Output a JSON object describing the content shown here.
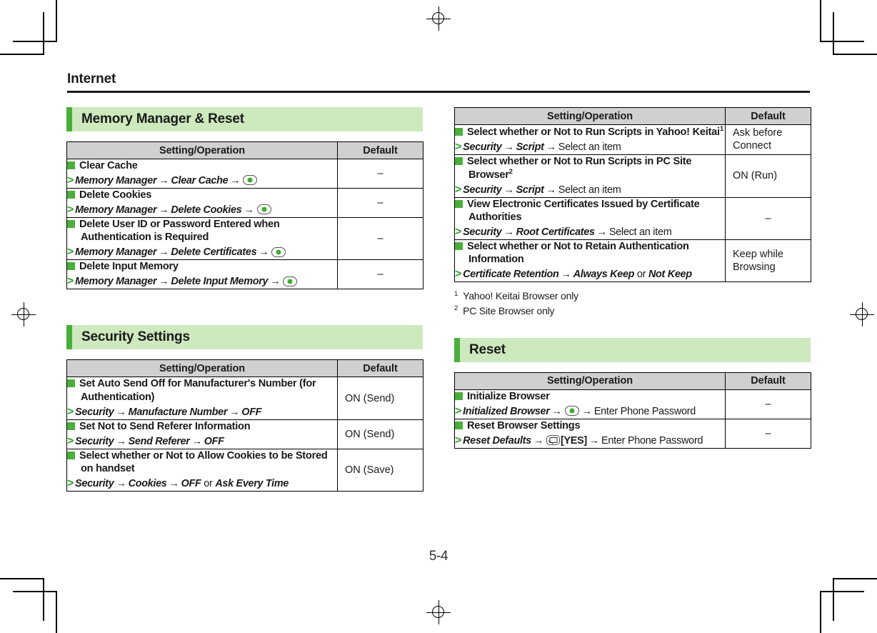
{
  "chapter": {
    "title": "Internet"
  },
  "page_number": "5-4",
  "colors": {
    "accent_green": "#4aaf3a",
    "banner_green": "#cde9bd",
    "header_gray": "#d0d0d0",
    "chevron_green": "#2fa02a"
  },
  "table_headers": {
    "setting": "Setting/Operation",
    "default": "Default"
  },
  "sections": [
    {
      "id": "memory-manager-reset",
      "title": "Memory Manager & Reset",
      "rows": [
        {
          "title": "Clear Cache",
          "path": [
            {
              "type": "italic",
              "text": "Memory Manager"
            },
            {
              "type": "arrow",
              "text": "→"
            },
            {
              "type": "italic",
              "text": "Clear Cache"
            },
            {
              "type": "arrow",
              "text": "→"
            },
            {
              "type": "key",
              "name": "center-select-key"
            }
          ],
          "default": "–"
        },
        {
          "title": "Delete Cookies",
          "path": [
            {
              "type": "italic",
              "text": "Memory Manager"
            },
            {
              "type": "arrow",
              "text": "→"
            },
            {
              "type": "italic",
              "text": "Delete Cookies"
            },
            {
              "type": "arrow",
              "text": "→"
            },
            {
              "type": "key",
              "name": "center-select-key"
            }
          ],
          "default": "–"
        },
        {
          "title": "Delete User ID or Password Entered when Authentication is Required",
          "path": [
            {
              "type": "italic",
              "text": "Memory Manager"
            },
            {
              "type": "arrow",
              "text": "→"
            },
            {
              "type": "italic",
              "text": "Delete Certificates"
            },
            {
              "type": "arrow",
              "text": "→"
            },
            {
              "type": "key",
              "name": "center-select-key"
            }
          ],
          "default": "–"
        },
        {
          "title": "Delete Input Memory",
          "path": [
            {
              "type": "italic",
              "text": "Memory Manager"
            },
            {
              "type": "arrow",
              "text": "→"
            },
            {
              "type": "italic",
              "text": "Delete Input Memory"
            },
            {
              "type": "arrow",
              "text": "→"
            },
            {
              "type": "key",
              "name": "center-select-key"
            }
          ],
          "default": "–"
        }
      ]
    },
    {
      "id": "security-settings",
      "title": "Security Settings",
      "rows": [
        {
          "title": "Set Auto Send Off for Manufacturer's Number (for Authentication)",
          "path": [
            {
              "type": "italic",
              "text": "Security"
            },
            {
              "type": "arrow",
              "text": "→"
            },
            {
              "type": "italic",
              "text": "Manufacture Number"
            },
            {
              "type": "arrow",
              "text": "→"
            },
            {
              "type": "italic",
              "text": "OFF"
            }
          ],
          "default": "ON (Send)",
          "default_align": "left"
        },
        {
          "title": "Set Not to Send Referer Information",
          "path": [
            {
              "type": "italic",
              "text": "Security"
            },
            {
              "type": "arrow",
              "text": "→"
            },
            {
              "type": "italic",
              "text": "Send Referer"
            },
            {
              "type": "arrow",
              "text": "→"
            },
            {
              "type": "italic",
              "text": "OFF"
            }
          ],
          "default": "ON (Send)",
          "default_align": "left"
        },
        {
          "title": "Select whether or Not to Allow Cookies to be Stored on handset",
          "path": [
            {
              "type": "italic",
              "text": "Security"
            },
            {
              "type": "arrow",
              "text": "→"
            },
            {
              "type": "italic",
              "text": "Cookies"
            },
            {
              "type": "arrow",
              "text": "→"
            },
            {
              "type": "italic",
              "text": "OFF"
            },
            {
              "type": "plain",
              "text": " or "
            },
            {
              "type": "italic",
              "text": "Ask Every Time"
            }
          ],
          "default": "ON (Save)",
          "default_align": "left"
        }
      ]
    },
    {
      "id": "security-settings-continued",
      "title": "",
      "rows": [
        {
          "title": "Select whether or Not to Run Scripts in Yahoo! Keitai",
          "title_sup": "1",
          "path": [
            {
              "type": "italic",
              "text": "Security"
            },
            {
              "type": "arrow",
              "text": "→"
            },
            {
              "type": "italic",
              "text": "Script"
            },
            {
              "type": "arrow",
              "text": "→"
            },
            {
              "type": "plain",
              "text": "Select an item"
            }
          ],
          "default": "Ask before Connect",
          "default_align": "left"
        },
        {
          "title": "Select whether or Not to Run Scripts in PC Site Browser",
          "title_sup": "2",
          "path": [
            {
              "type": "italic",
              "text": "Security"
            },
            {
              "type": "arrow",
              "text": "→"
            },
            {
              "type": "italic",
              "text": "Script"
            },
            {
              "type": "arrow",
              "text": "→"
            },
            {
              "type": "plain",
              "text": "Select an item"
            }
          ],
          "default": "ON (Run)",
          "default_align": "left"
        },
        {
          "title": "View Electronic Certificates Issued by Certificate Authorities",
          "path": [
            {
              "type": "italic",
              "text": "Security"
            },
            {
              "type": "arrow",
              "text": "→"
            },
            {
              "type": "italic",
              "text": "Root Certificates"
            },
            {
              "type": "arrow",
              "text": "→"
            },
            {
              "type": "plain",
              "text": "Select an item"
            }
          ],
          "default": "–"
        },
        {
          "title": "Select whether or Not to Retain Authentication Information",
          "path": [
            {
              "type": "italic",
              "text": "Certificate Retention"
            },
            {
              "type": "arrow",
              "text": "→"
            },
            {
              "type": "italic",
              "text": "Always Keep"
            },
            {
              "type": "plain",
              "text": " or "
            },
            {
              "type": "italic",
              "text": "Not Keep"
            }
          ],
          "default": "Keep while Browsing",
          "default_align": "left"
        }
      ],
      "footnotes": [
        {
          "num": "1",
          "text": "Yahoo! Keitai Browser only"
        },
        {
          "num": "2",
          "text": "PC Site Browser only"
        }
      ]
    },
    {
      "id": "reset",
      "title": "Reset",
      "rows": [
        {
          "title": "Initialize Browser",
          "path": [
            {
              "type": "italic",
              "text": "Initialized Browser"
            },
            {
              "type": "arrow",
              "text": "→"
            },
            {
              "type": "key",
              "name": "center-select-key"
            },
            {
              "type": "arrow",
              "text": "→"
            },
            {
              "type": "plain",
              "text": "Enter Phone Password"
            }
          ],
          "default": "–"
        },
        {
          "title": "Reset Browser Settings",
          "path": [
            {
              "type": "italic",
              "text": "Reset Defaults"
            },
            {
              "type": "arrow",
              "text": "→"
            },
            {
              "type": "key",
              "name": "mail-softkey"
            },
            {
              "type": "bold",
              "text": "[YES]"
            },
            {
              "type": "arrow",
              "text": "→"
            },
            {
              "type": "plain",
              "text": "Enter Phone Password"
            }
          ],
          "default": "–"
        }
      ]
    }
  ]
}
